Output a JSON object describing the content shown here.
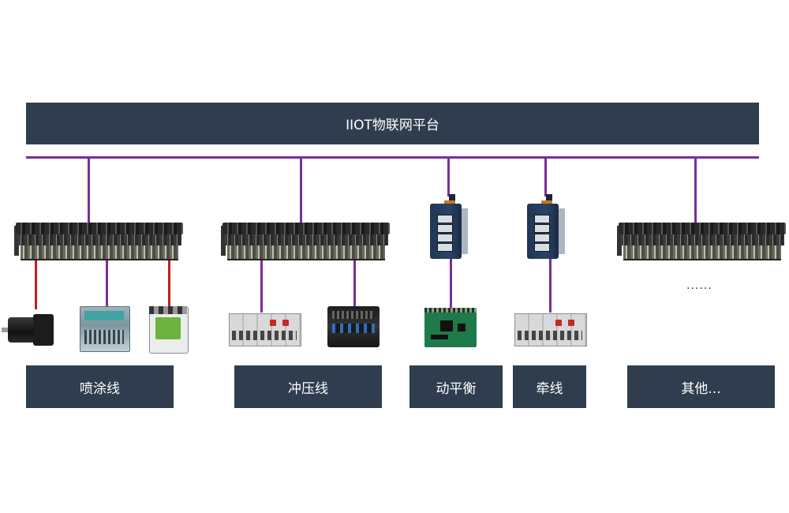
{
  "platform": {
    "title": "IIOT物联网平台"
  },
  "colors": {
    "panel": "#2f3d4f",
    "bus_line": "#7a2f9a",
    "serial_line": "#c41e1e",
    "text": "#ffffff"
  },
  "zones": [
    {
      "id": "spray",
      "label": "喷涂线",
      "gateway": "io-rack",
      "devices": [
        "servo-motor",
        "siemens-s7-plc",
        "contactor"
      ],
      "links": [
        "serial",
        "bus",
        "serial"
      ]
    },
    {
      "id": "press",
      "label": "冲压线",
      "gateway": "io-rack",
      "devices": [
        "rockwell-plc",
        "compact-plc"
      ],
      "links": [
        "bus",
        "bus"
      ]
    },
    {
      "id": "balance",
      "label": "动平衡",
      "gateway": "ethernet-switch",
      "devices": [
        "controller-board"
      ],
      "links": [
        "bus"
      ]
    },
    {
      "id": "traction",
      "label": "牵线",
      "gateway": "ethernet-switch",
      "devices": [
        "rockwell-plc"
      ],
      "links": [
        "bus"
      ]
    },
    {
      "id": "other",
      "label": "其他...",
      "gateway": "io-rack",
      "devices": [],
      "links": []
    }
  ],
  "more_indicator": "......"
}
